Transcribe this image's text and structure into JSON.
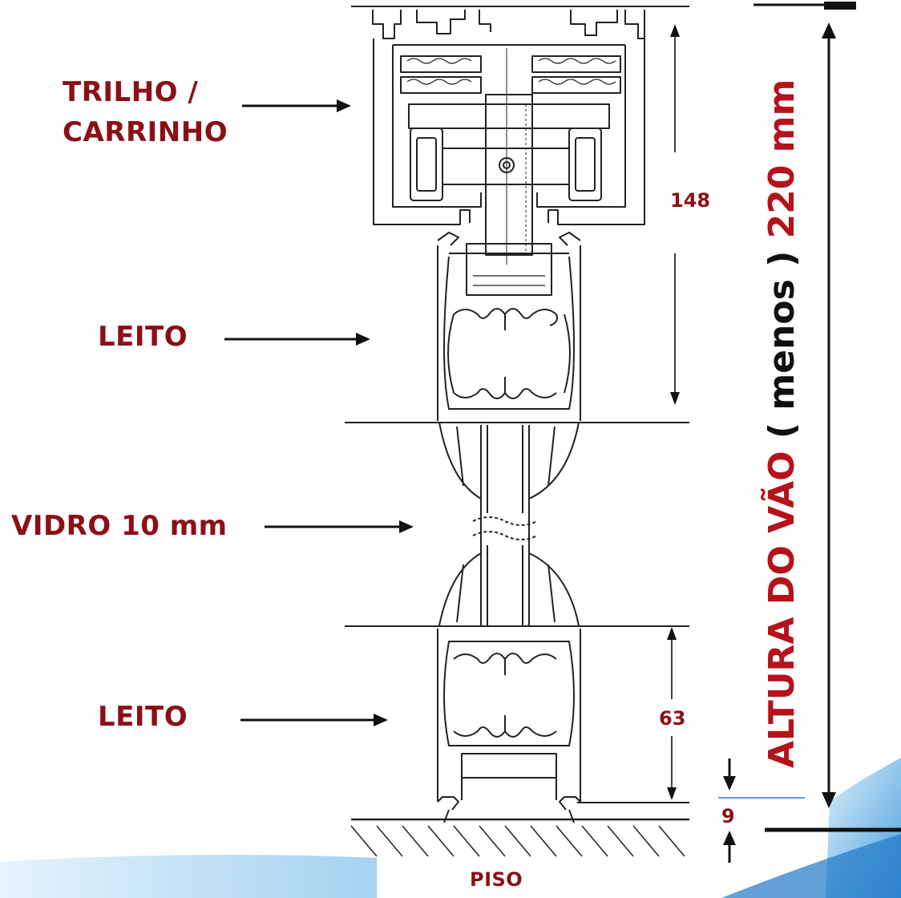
{
  "labels": {
    "trilho_line1": "TRILHO /",
    "trilho_line2": "CARRINHO",
    "leito_top": "LEITO",
    "vidro": "VIDRO 10 mm",
    "leito_bottom": "LEITO",
    "piso": "PISO"
  },
  "dimensions": {
    "upper": "148",
    "lower": "63",
    "floor_gap": "9"
  },
  "vertical_title": {
    "part1": "ALTURA DO VÃO",
    "part2": " ( menos ) ",
    "part3": "220 mm"
  },
  "colors": {
    "label_red": "#8b0f16",
    "title_red": "#b5121b",
    "line": "#222222",
    "accent_blue": "#2a7fd0"
  }
}
